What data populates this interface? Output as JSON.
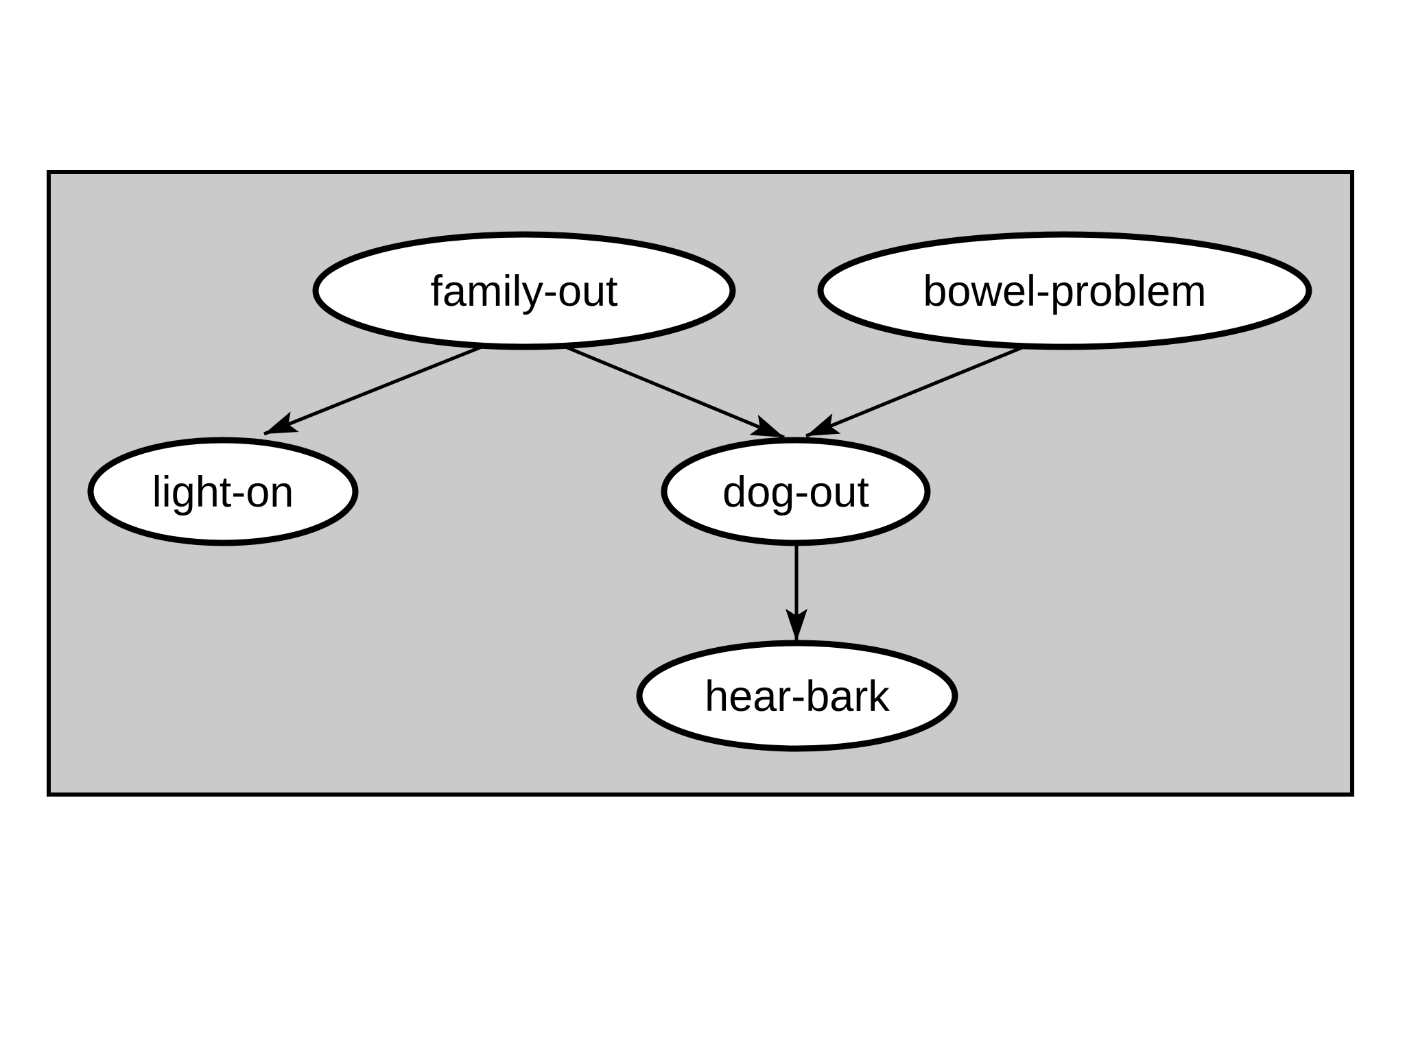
{
  "figure": {
    "kind": "bayesian-network-diagram",
    "node_count": 5,
    "edge_count": 4
  },
  "nodes": {
    "family_out": {
      "label": "family-out"
    },
    "bowel_problem": {
      "label": "bowel-problem"
    },
    "light_on": {
      "label": "light-on"
    },
    "dog_out": {
      "label": "dog-out"
    },
    "hear_bark": {
      "label": "hear-bark"
    }
  },
  "edges": [
    {
      "from": "family-out",
      "to": "light-on"
    },
    {
      "from": "family-out",
      "to": "dog-out"
    },
    {
      "from": "bowel-problem",
      "to": "dog-out"
    },
    {
      "from": "dog-out",
      "to": "hear-bark"
    }
  ],
  "colors": {
    "page_background": "#ffffff",
    "panel_fill": "#cacaca",
    "node_fill": "#ffffff",
    "stroke": "#000000"
  }
}
